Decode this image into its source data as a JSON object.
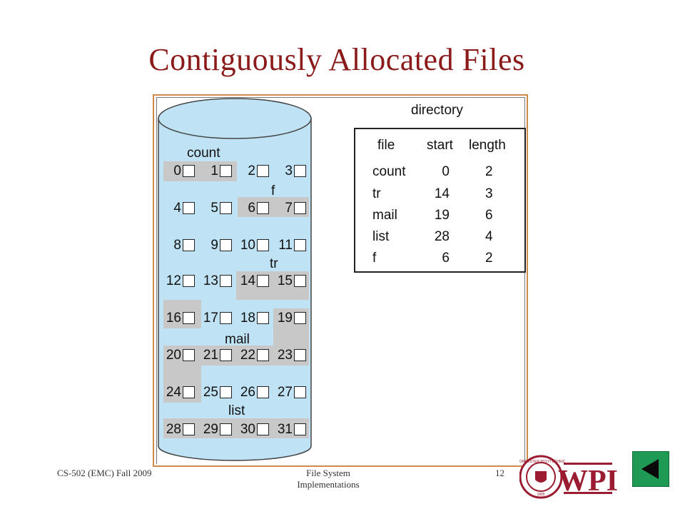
{
  "slide": {
    "title": "Contiguously Allocated Files",
    "footer": {
      "left": "CS-502 (EMC) Fall 2009",
      "center_line1": "File System",
      "center_line2": "Implementations",
      "page": "12"
    },
    "logo_text": "WPI",
    "logo_seal_text": "WORCESTER POLYTECHNIC INSTITUTE 1865"
  },
  "disk": {
    "blocks": [
      "0",
      "1",
      "2",
      "3",
      "4",
      "5",
      "6",
      "7",
      "8",
      "9",
      "10",
      "11",
      "12",
      "13",
      "14",
      "15",
      "16",
      "17",
      "18",
      "19",
      "20",
      "21",
      "22",
      "23",
      "24",
      "25",
      "26",
      "27",
      "28",
      "29",
      "30",
      "31"
    ],
    "file_labels": {
      "count": "count",
      "f": "f",
      "tr": "tr",
      "mail": "mail",
      "list": "list"
    }
  },
  "directory": {
    "heading": "directory",
    "headers": {
      "file": "file",
      "start": "start",
      "length": "length"
    },
    "rows": [
      {
        "file": "count",
        "start": "0",
        "length": "2"
      },
      {
        "file": "tr",
        "start": "14",
        "length": "3"
      },
      {
        "file": "mail",
        "start": "19",
        "length": "6"
      },
      {
        "file": "list",
        "start": "28",
        "length": "4"
      },
      {
        "file": "f",
        "start": "6",
        "length": "2"
      }
    ]
  },
  "colors": {
    "title": "#8b1a1a",
    "disk_fill": "#bfe3f4",
    "highlight": "#c8c8c8",
    "frame": "#d08a4a",
    "nav_button": "#1e9a55",
    "logo": "#9b1b30"
  },
  "icons": {
    "nav": "back-triangle-icon"
  }
}
